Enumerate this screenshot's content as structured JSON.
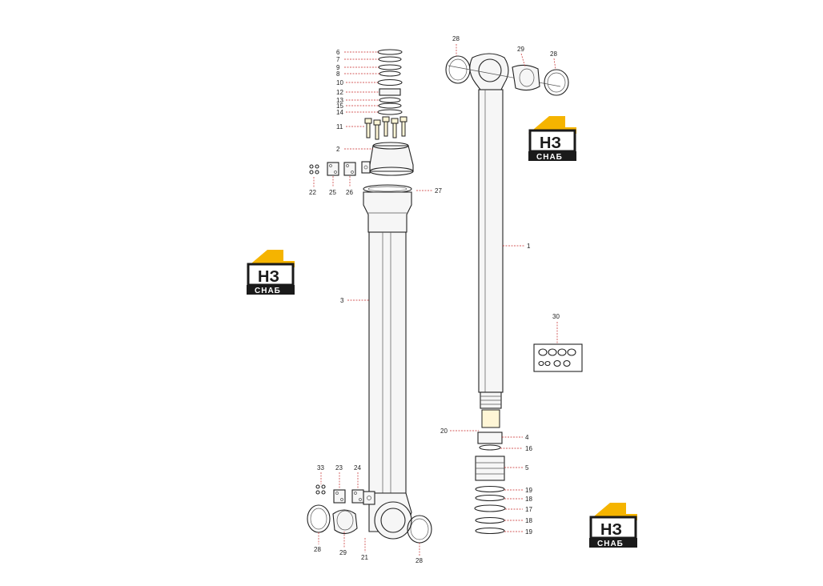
{
  "labels": {
    "l6": "6",
    "l7": "7",
    "l9": "9",
    "l8": "8",
    "l10": "10",
    "l12": "12",
    "l13": "13",
    "l15": "15",
    "l14": "14",
    "l11": "11",
    "l2": "2",
    "l22": "22",
    "l25": "25",
    "l26": "26",
    "l27": "27",
    "l3": "3",
    "l33": "33",
    "l23": "23",
    "l24": "24",
    "l28_bl": "28",
    "l29_bl": "29",
    "l21": "21",
    "l28_br": "28",
    "l28_tl": "28",
    "l29_tr": "29",
    "l28_tr": "28",
    "l1": "1",
    "l30": "30",
    "l20": "20",
    "l4": "4",
    "l16": "16",
    "l5": "5",
    "l19a": "19",
    "l18a": "18",
    "l17": "17",
    "l18b": "18",
    "l19b": "19"
  },
  "logo": {
    "letters": "НЗ",
    "word": "СНАБ",
    "colors": {
      "accent": "#f5b400",
      "dark": "#1a1a1a"
    }
  }
}
